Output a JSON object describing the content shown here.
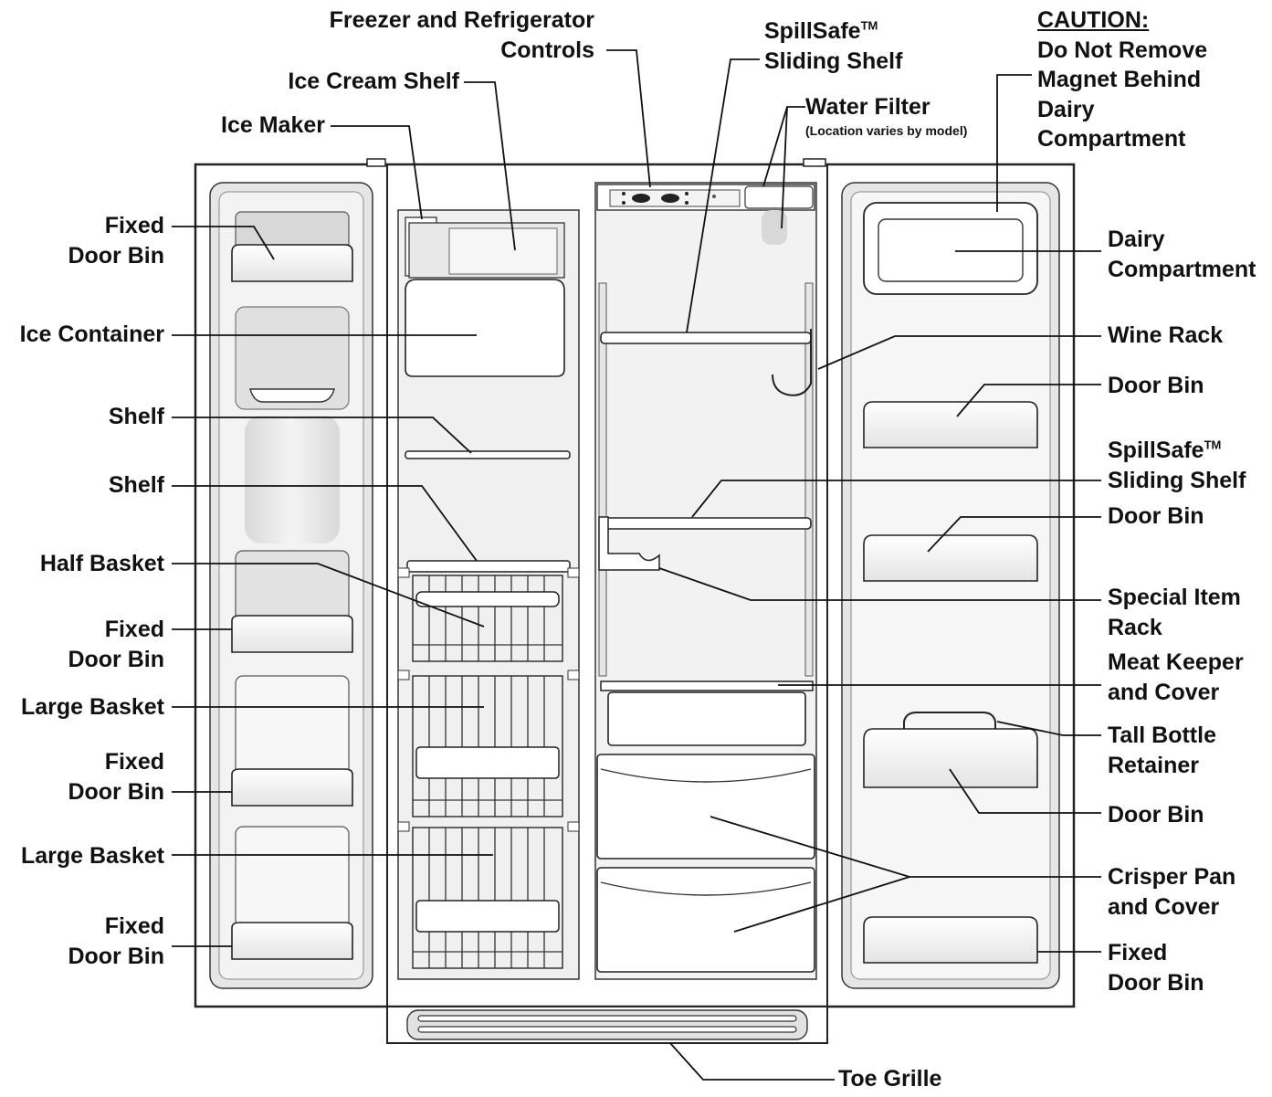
{
  "labels": {
    "freezer_controls": [
      "Freezer and Refrigerator",
      "Controls"
    ],
    "ice_cream_shelf": [
      "Ice Cream Shelf"
    ],
    "ice_maker": [
      "Ice Maker"
    ],
    "spillsafe_top": {
      "brand": "SpillSafe",
      "tm": "TM",
      "line2": "Sliding Shelf"
    },
    "water_filter": {
      "title": "Water Filter",
      "note": "(Location varies by model)"
    },
    "caution": {
      "title": "CAUTION:",
      "lines": [
        "Do Not Remove",
        "Magnet Behind",
        "Dairy",
        "Compartment"
      ]
    },
    "fixed_door_bin_1": [
      "Fixed",
      "Door Bin"
    ],
    "ice_container": [
      "Ice Container"
    ],
    "shelf_1": [
      "Shelf"
    ],
    "shelf_2": [
      "Shelf"
    ],
    "half_basket": [
      "Half Basket"
    ],
    "fixed_door_bin_2": [
      "Fixed",
      "Door Bin"
    ],
    "large_basket_1": [
      "Large Basket"
    ],
    "fixed_door_bin_3": [
      "Fixed",
      "Door Bin"
    ],
    "large_basket_2": [
      "Large Basket"
    ],
    "fixed_door_bin_4": [
      "Fixed",
      "Door Bin"
    ],
    "dairy_compartment": [
      "Dairy",
      "Compartment"
    ],
    "wine_rack": [
      "Wine Rack"
    ],
    "door_bin_1": [
      "Door Bin"
    ],
    "spillsafe_mid": {
      "brand": "SpillSafe",
      "tm": "TM",
      "line2": "Sliding Shelf"
    },
    "door_bin_2": [
      "Door Bin"
    ],
    "special_item_rack": [
      "Special Item",
      "Rack"
    ],
    "meat_keeper": [
      "Meat Keeper",
      "and Cover"
    ],
    "tall_bottle": [
      "Tall Bottle",
      "Retainer"
    ],
    "door_bin_3": [
      "Door Bin"
    ],
    "crisper": [
      "Crisper Pan",
      "and Cover"
    ],
    "fixed_door_bin_5": [
      "Fixed",
      "Door Bin"
    ],
    "toe_grille": [
      "Toe Grille"
    ]
  }
}
